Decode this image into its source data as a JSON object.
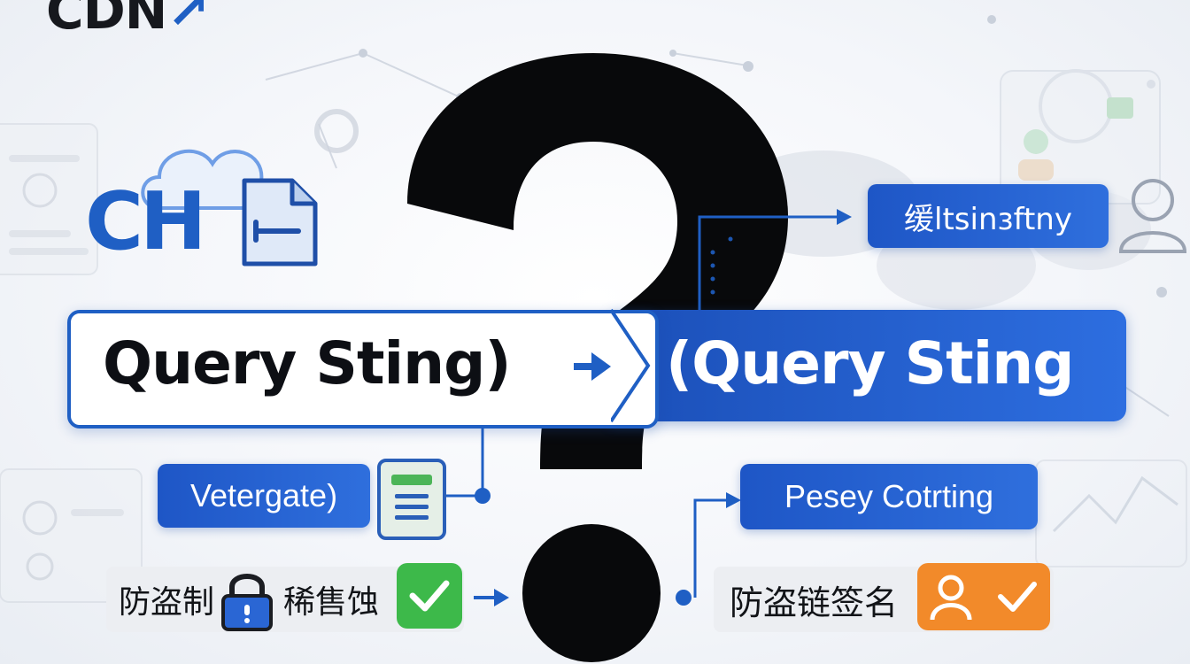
{
  "logo": {
    "text": "CDN"
  },
  "brand_mark": {
    "text": "CH"
  },
  "banner": {
    "left_text": "Query Sting)",
    "right_text": "(Query Sting"
  },
  "tags": {
    "top_right": "缓ltsinзftny",
    "left_middle": "Vetergate)",
    "right_middle": "Pesey Cotrting",
    "bottom_left_a": "防盗制",
    "bottom_left_b": "稀售蚀",
    "bottom_right": "防盗链签名"
  },
  "colors": {
    "primary_blue": "#1f5fc4",
    "green_check": "#3db94a",
    "orange_badge": "#f28a2a",
    "black": "#0d0f14"
  },
  "icons": [
    "cloud-icon",
    "document-icon",
    "question-mark-icon",
    "arrow-right-icon",
    "list-icon",
    "lock-icon",
    "check-icon",
    "user-icon",
    "user-outline-icon",
    "world-map-icon"
  ]
}
